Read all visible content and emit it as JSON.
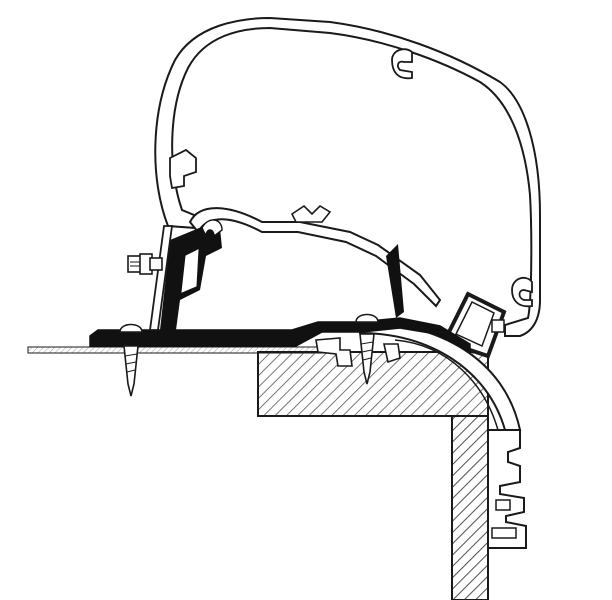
{
  "figure": {
    "labels": [],
    "colors": {
      "background": "#ffffff",
      "ink": "#1a1a1a",
      "profile_fill": "#ffffff",
      "adapter_fill": "#111111",
      "hatch": "#555555"
    },
    "icons": [
      "awning-case-profile",
      "wall-adapter-rail",
      "mounting-bracket",
      "screw",
      "roof-corner-section",
      "side-rail-profile"
    ]
  }
}
